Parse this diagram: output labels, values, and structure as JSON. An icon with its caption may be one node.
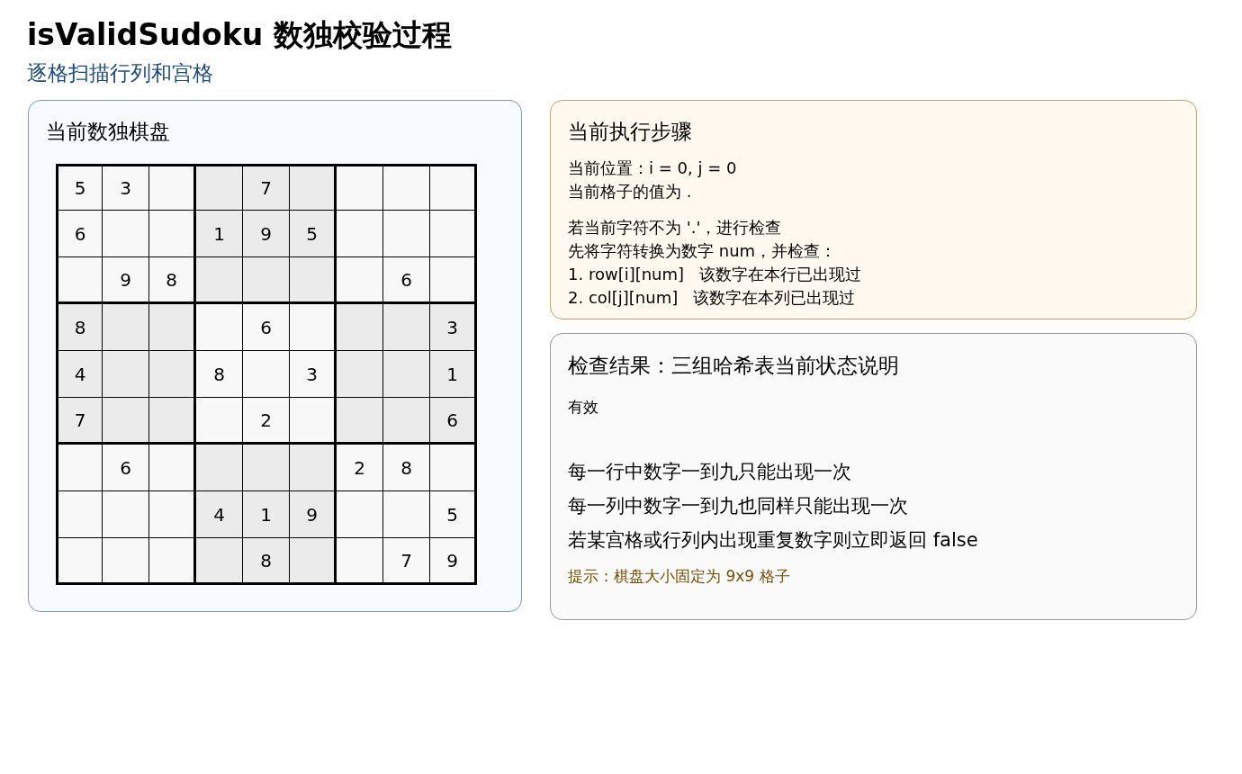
{
  "diagram": {
    "title": "isValidSudoku 数独校验过程",
    "nodes": [
      {
        "text": [
          "当前数独棋盘"
        ]
      },
      {
        "text": [
          "5"
        ],
        "in": 0
      },
      {
        "text": [
          "3"
        ],
        "in": 0
      },
      {
        "text": [],
        "shape": "box",
        "in": 0
      },
      {
        "text": [],
        "shape": "box",
        "in": 0
      },
      {
        "text": [
          "7"
        ],
        "in": 0
      },
      {
        "text": [],
        "shape": "box",
        "in": 0
      },
      {
        "text": [],
        "shape": "box",
        "in": 0
      },
      {
        "text": [],
        "shape": "box",
        "in": 0
      },
      {
        "text": [],
        "shape": "box",
        "in": 0
      },
      {
        "text": [
          "6"
        ],
        "in": 0
      },
      {
        "text": [],
        "shape": "box",
        "in": 0
      },
      {
        "text": [],
        "shape": "box",
        "in": 0
      },
      {
        "text": [
          "1"
        ],
        "in": 0
      },
      {
        "text": [
          "9"
        ],
        "in": 0
      },
      {
        "text": [
          "5"
        ],
        "in": 0
      },
      {
        "text": [],
        "shape": "box",
        "in": 0
      },
      {
        "text": [],
        "shape": "box",
        "in": 0
      },
      {
        "text": [],
        "shape": "box",
        "in": 0
      },
      {
        "text": [],
        "shape": "box",
        "in": 0
      },
      {
        "text": [
          "9"
        ],
        "in": 0
      },
      {
        "text": [
          "8"
        ],
        "in": 0
      },
      {
        "text": [],
        "shape": "box",
        "in": 0
      },
      {
        "text": [],
        "shape": "box",
        "in": 0
      },
      {
        "text": [],
        "shape": "box",
        "in": 0
      },
      {
        "text": [],
        "shape": "box",
        "in": 0
      },
      {
        "text": [
          "6"
        ],
        "in": 0
      },
      {
        "text": [],
        "shape": "box",
        "in": 0
      },
      {
        "text": [
          "8"
        ],
        "in": 0
      },
      {
        "text": [],
        "shape": "box",
        "in": 0
      },
      {
        "text": [],
        "shape": "box",
        "in": 0
      },
      {
        "text": [],
        "shape": "box",
        "in": 0
      },
      {
        "text": [
          "6"
        ],
        "in": 0
      },
      {
        "text": [],
        "shape": "box",
        "in": 0
      },
      {
        "text": [],
        "shape": "box",
        "in": 0
      },
      {
        "text": [],
        "shape": "box",
        "in": 0
      },
      {
        "text": [
          "3"
        ],
        "in": 0
      },
      {
        "text": [
          "4"
        ],
        "in": 0
      },
      {
        "text": [],
        "shape": "box",
        "in": 0
      },
      {
        "text": [],
        "shape": "box",
        "in": 0
      },
      {
        "text": [
          "8"
        ],
        "in": 0
      },
      {
        "text": [],
        "shape": "box",
        "in": 0
      },
      {
        "text": [
          "3"
        ],
        "in": 0
      },
      {
        "text": [],
        "shape": "box",
        "in": 0
      },
      {
        "text": [],
        "shape": "box",
        "in": 0
      },
      {
        "text": [
          "1"
        ],
        "in": 0
      },
      {
        "text": [
          "7"
        ],
        "in": 0
      },
      {
        "text": [],
        "shape": "box",
        "in": 0
      },
      {
        "text": [],
        "shape": "box",
        "in": 0
      },
      {
        "text": [],
        "shape": "box",
        "in": 0
      },
      {
        "text": [
          "2"
        ],
        "in": 0
      },
      {
        "text": [],
        "shape": "box",
        "in": 0
      },
      {
        "text": [],
        "shape": "box",
        "in": 0
      },
      {
        "text": [],
        "shape": "box",
        "in": 0
      },
      {
        "text": [
          "6"
        ],
        "in": 0
      },
      {
        "text": [],
        "shape": "box",
        "in": 0
      },
      {
        "text": [
          "6"
        ],
        "in": 0
      },
      {
        "text": [],
        "shape": "box",
        "in": 0
      },
      {
        "text": [],
        "shape": "box",
        "in": 0
      },
      {
        "text": [],
        "shape": "box",
        "in": 0
      },
      {
        "text": [],
        "shape": "box",
        "in": 0
      },
      {
        "text": [
          "2"
        ],
        "in": 0
      },
      {
        "text": [
          "8"
        ],
        "in": 0
      },
      {
        "text": [],
        "shape": "box",
        "in": 0
      },
      {
        "text": [],
        "shape": "box",
        "in": 0
      },
      {
        "text": [],
        "shape": "box",
        "in": 0
      },
      {
        "text": [],
        "shape": "box",
        "in": 0
      },
      {
        "text": [
          "4"
        ],
        "in": 0
      },
      {
        "text": [
          "1"
        ],
        "in": 0
      },
      {
        "text": [
          "9"
        ],
        "in": 0
      },
      {
        "text": [],
        "shape": "box",
        "in": 0
      },
      {
        "text": [],
        "shape": "box",
        "in": 0
      },
      {
        "text": [
          "5"
        ],
        "in": 0
      },
      {
        "text": [],
        "shape": "box",
        "in": 0
      },
      {
        "text": [],
        "shape": "box",
        "in": 0
      },
      {
        "text": [],
        "shape": "box",
        "in": 0
      },
      {
        "text": [],
        "shape": "box",
        "in": 0
      },
      {
        "text": [
          "8"
        ],
        "in": 0
      },
      {
        "text": [],
        "shape": "box",
        "in": 0
      },
      {
        "text": [],
        "shape": "box",
        "in": 0
      },
      {
        "text": [
          "7"
        ],
        "in": 0
      },
      {
        "text": [
          "9"
        ],
        "in": 0
      },
      {
        "text": [
          "当前执行步骤",
          "当前位置：i = 0, j = 0",
          "当前格子的值为 .",
          "若当前字符不为 '.'，进行检查",
          "先将字符转换为数字 num，并检查：",
          "1. row[i][num]   该数字在本行已出现过",
          "2. col[j][num]   该数字在本列已出现过"
        ]
      },
      {
        "text": [
          "检查结果：三组哈希表当前状态说明",
          "有效",
          "每一行中数字一到九只能出现一次",
          "每一列中数字一到九也同样只能出现一次",
          "若某宫格或行列内出现重复数字则立即返回 false",
          "提示：棋盘大小固定为 9x9 格子"
        ]
      }
    ],
    "labels": [
      "逐格扫描行列和宫格"
    ]
  }
}
